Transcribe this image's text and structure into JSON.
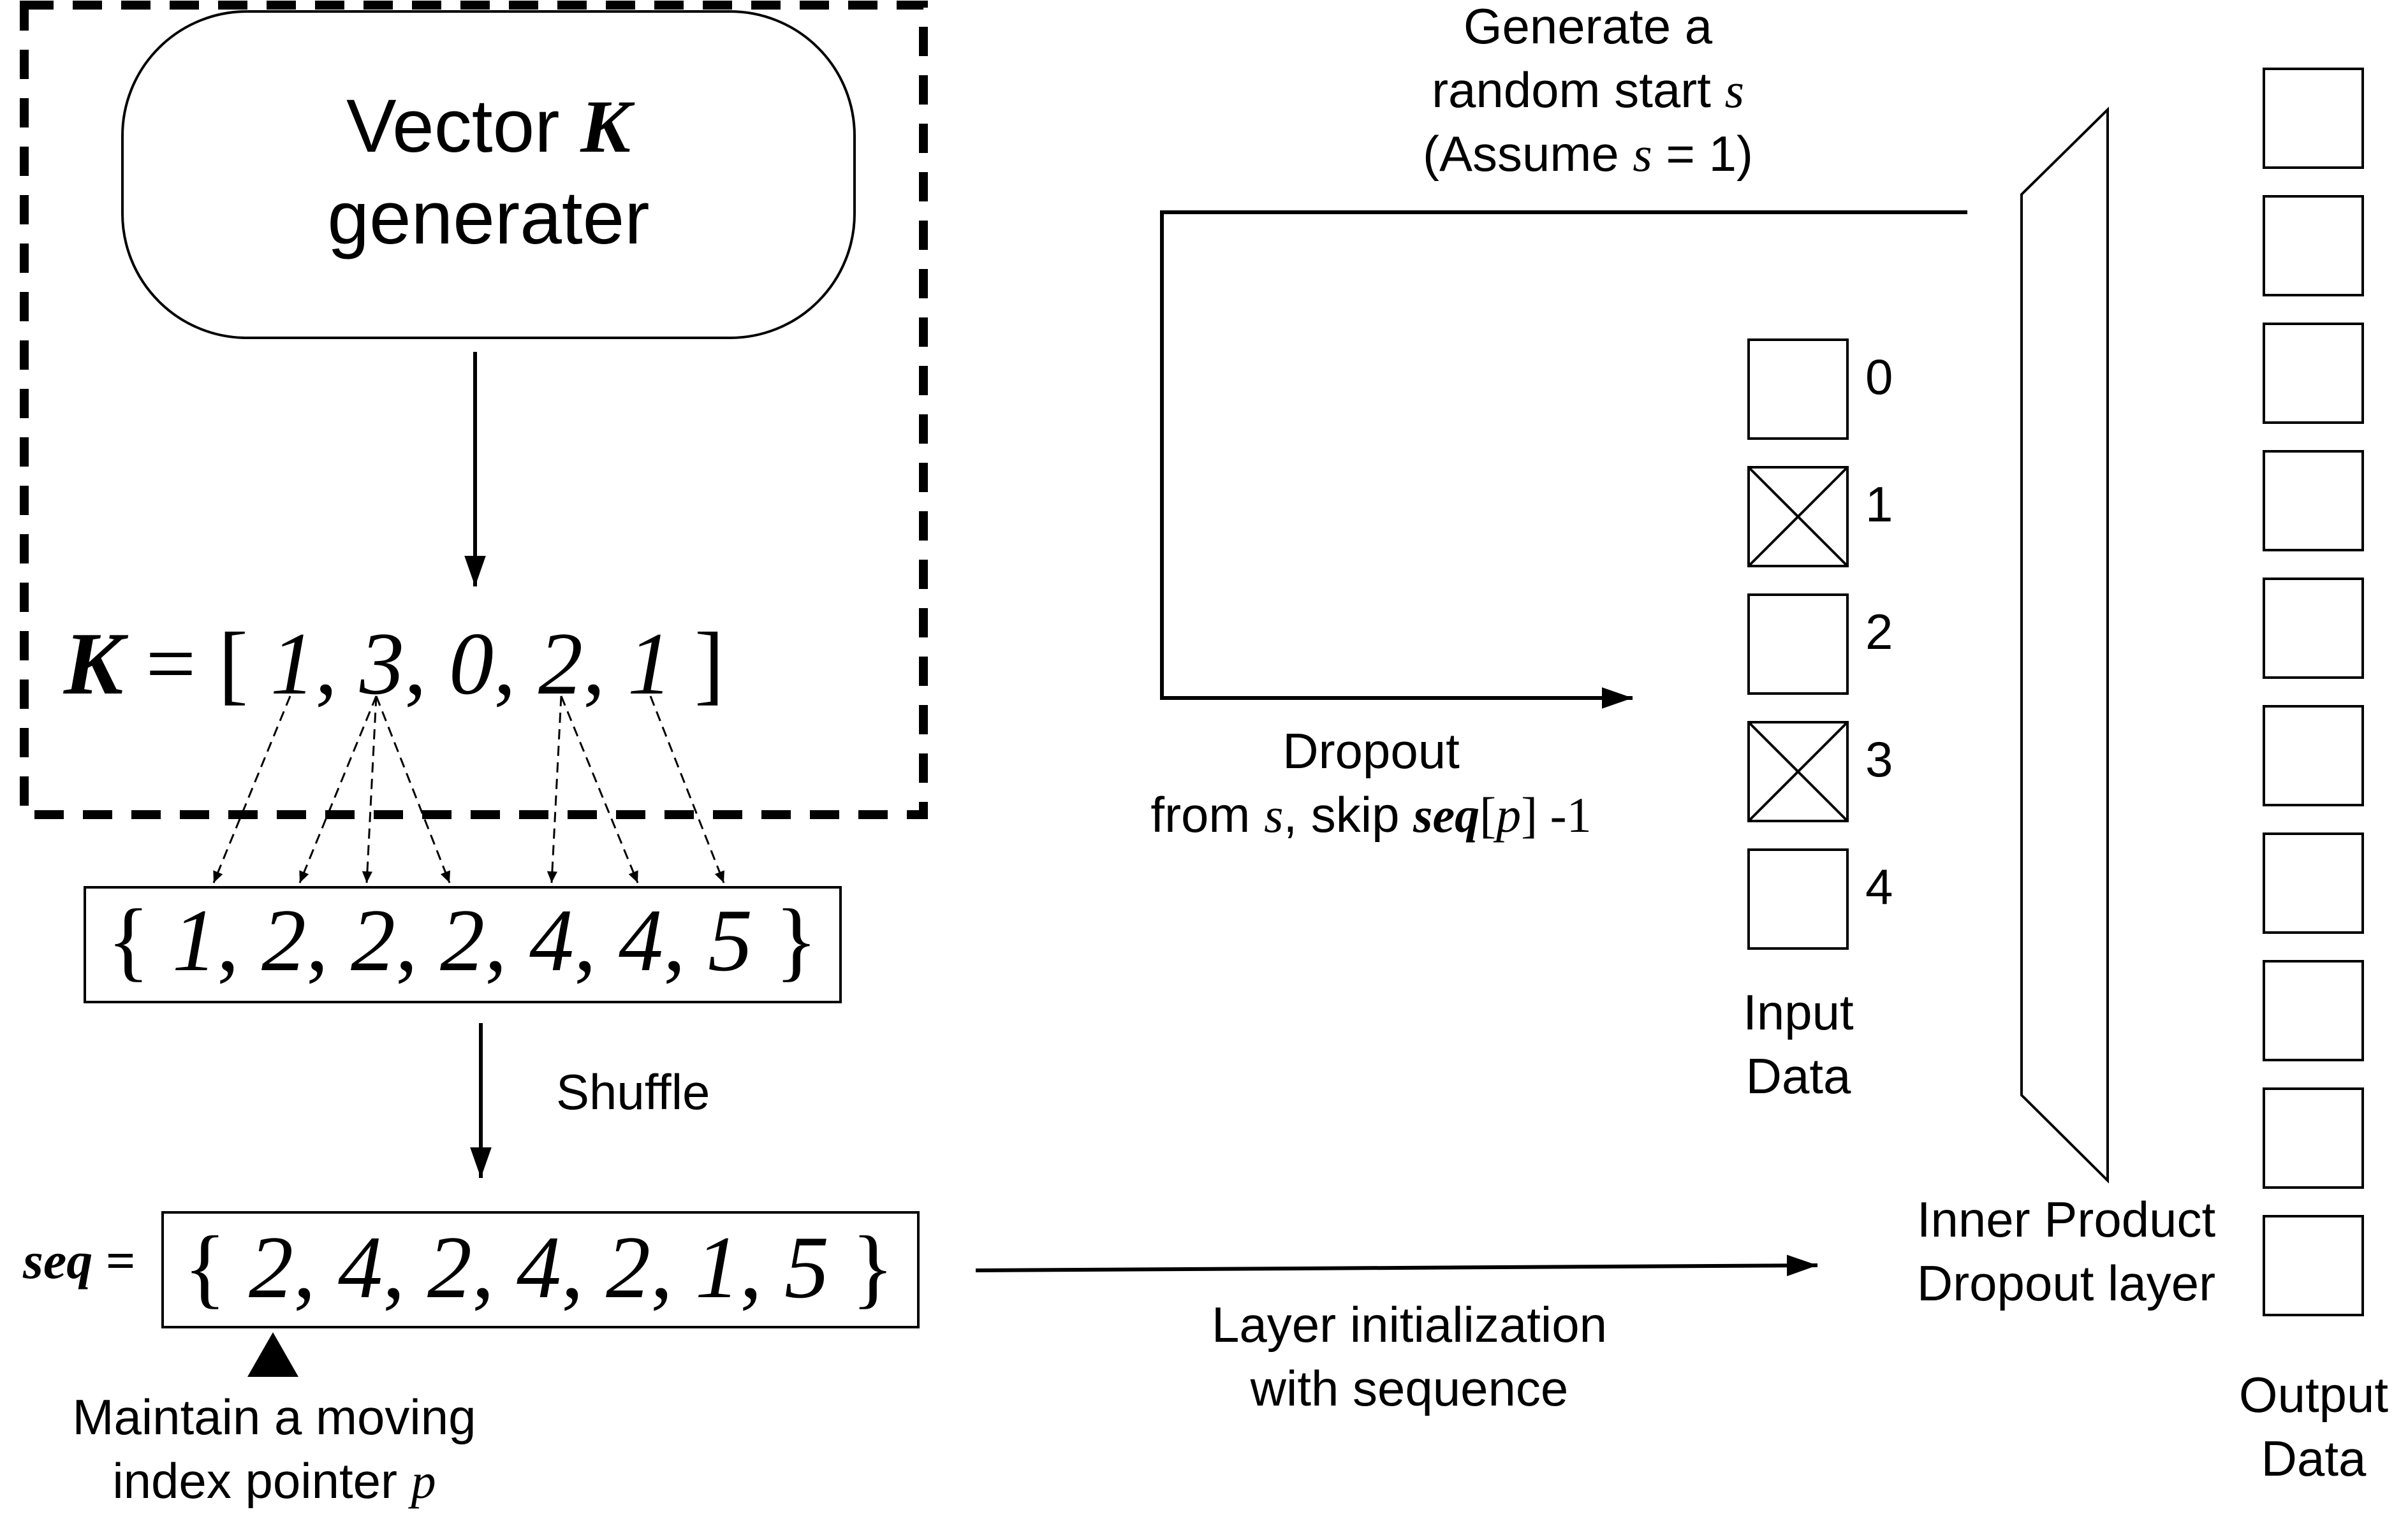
{
  "generator": {
    "label_text": "Vector ",
    "label_var": "K",
    "label_line2": "generater"
  },
  "k_vector": {
    "lhs": "K",
    "eq": " = [ ",
    "values": [
      "1",
      "3",
      "0",
      "2",
      "1"
    ],
    "close": " ]"
  },
  "expanded_set": {
    "open": "{ ",
    "values": [
      "1",
      "2",
      "2",
      "2",
      "4",
      "4",
      "5"
    ],
    "close": " }"
  },
  "shuffle_label": "Shuffle",
  "seq": {
    "label": "seq",
    "eq": " =",
    "open": "{ ",
    "values": [
      "2",
      "4",
      "2",
      "4",
      "2",
      "1",
      "5"
    ],
    "close": " }"
  },
  "pointer_label": {
    "line1": "Maintain a moving",
    "line2_text": "index pointer ",
    "line2_var": "p"
  },
  "layer_init_label": {
    "line1": "Layer initialization",
    "line2": "with sequence"
  },
  "random_start_label": {
    "line1": "Generate a",
    "line2_text": "random start ",
    "line2_var": "s",
    "line3_a": "(Assume ",
    "line3_var": "s",
    "line3_b": " = 1)"
  },
  "dropout_label": {
    "line1": "Dropout",
    "line2_a": "from ",
    "line2_var_s": "s",
    "line2_b": ", skip ",
    "line2_var_seq": "seq",
    "line2_c": "[",
    "line2_var_p": "p",
    "line2_d": "] -1"
  },
  "input_data": {
    "label_line1": "Input",
    "label_line2": "Data",
    "cells": [
      {
        "index": "0",
        "dropped": false
      },
      {
        "index": "1",
        "dropped": true
      },
      {
        "index": "2",
        "dropped": false
      },
      {
        "index": "3",
        "dropped": true
      },
      {
        "index": "4",
        "dropped": false
      }
    ]
  },
  "layer_label": {
    "line1": "Inner Product",
    "line2": "Dropout layer"
  },
  "output_data": {
    "label_line1": "Output",
    "label_line2": "Data",
    "cell_count": 10
  }
}
